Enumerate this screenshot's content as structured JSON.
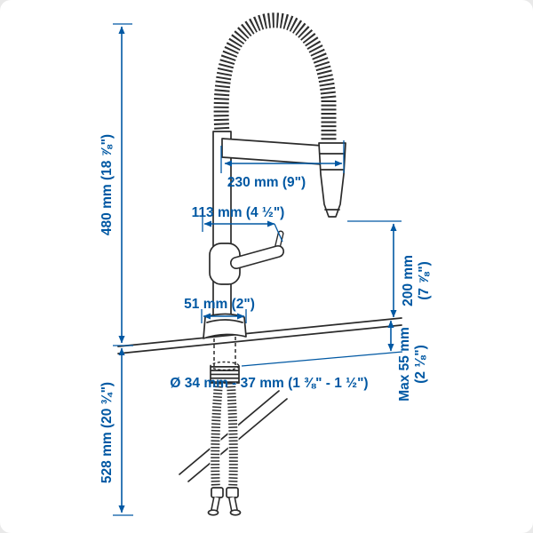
{
  "colors": {
    "dimension_blue": "#0058a3",
    "drawing_line": "#2b2b2b",
    "background": "#ffffff"
  },
  "dimensions": {
    "total_height": "480 mm (18 ⅞\")",
    "below_counter_length": "528 mm (20 ¾\")",
    "spout_reach": "230 mm (9\")",
    "handle_clearance": "113 mm (4 ½\")",
    "base_diameter": "51 mm (2\")",
    "spray_to_counter_mm": "200 mm",
    "spray_to_counter_in": "(7 ⅞\")",
    "max_deck_thickness_mm": "Max 55 mm",
    "max_deck_thickness_in": "(2 ⅛\")",
    "hole_diameter": "Ø 34 mm - 37 mm (1 ⅜\" - 1 ½\")"
  }
}
